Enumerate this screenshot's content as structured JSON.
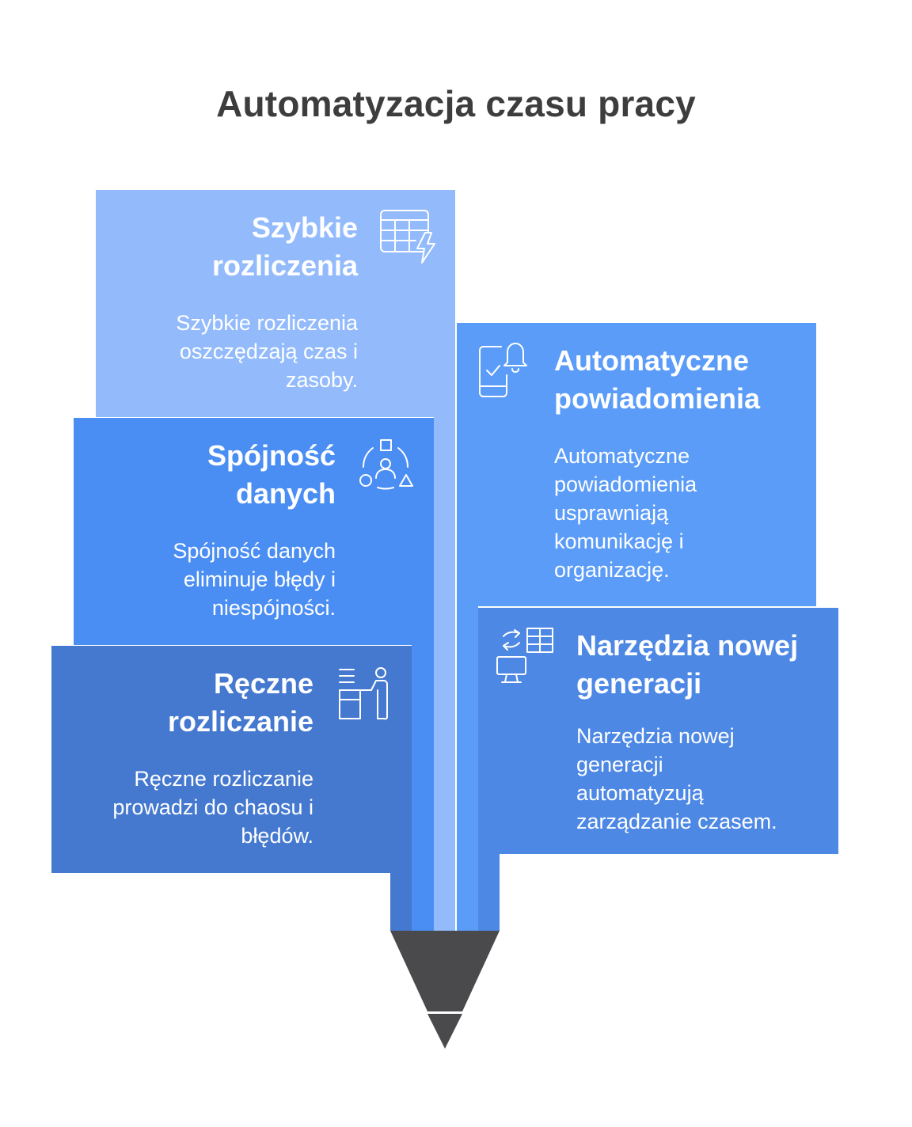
{
  "title": "Automatyzacja czasu pracy",
  "cards": {
    "szybkie": {
      "title_line1": "Szybkie",
      "title_line2": "rozliczenia",
      "desc_line1": "Szybkie rozliczenia",
      "desc_line2": "oszczędzają czas i",
      "desc_line3": "zasoby.",
      "icon": "table-lightning-icon",
      "color": "#93bbfc"
    },
    "spojnosc": {
      "title_line1": "Spójność",
      "title_line2": "danych",
      "desc_line1": "Spójność danych",
      "desc_line2": "eliminuje błędy i",
      "desc_line3": "niespójności.",
      "icon": "shapes-person-icon",
      "color": "#4a8ef4"
    },
    "reczne": {
      "title_line1": "Ręczne",
      "title_line2": "rozliczanie",
      "desc_line1": "Ręczne rozliczanie",
      "desc_line2": "prowadzi do chaosu i",
      "desc_line3": "błędów.",
      "icon": "person-desk-icon",
      "color": "#4579cf"
    },
    "automatyczne": {
      "title_line1": "Automatyczne",
      "title_line2": "powiadomienia",
      "desc_line1": "Automatyczne",
      "desc_line2": "powiadomienia",
      "desc_line3": "usprawniają",
      "desc_line4": "komunikację i",
      "desc_line5": "organizację.",
      "icon": "phone-bell-icon",
      "color": "#5b9cf8"
    },
    "narzedzia": {
      "title_line1": "Narzędzia nowej",
      "title_line2": "generacji",
      "desc_line1": "Narzędzia nowej",
      "desc_line2": "generacji",
      "desc_line3": "automatyzują",
      "desc_line4": "zarządzanie czasem.",
      "icon": "monitor-table-arrows-icon",
      "color": "#4d88e5"
    }
  },
  "pencil": {
    "icon": "pencil-tip-icon",
    "color": "#4a494c"
  }
}
